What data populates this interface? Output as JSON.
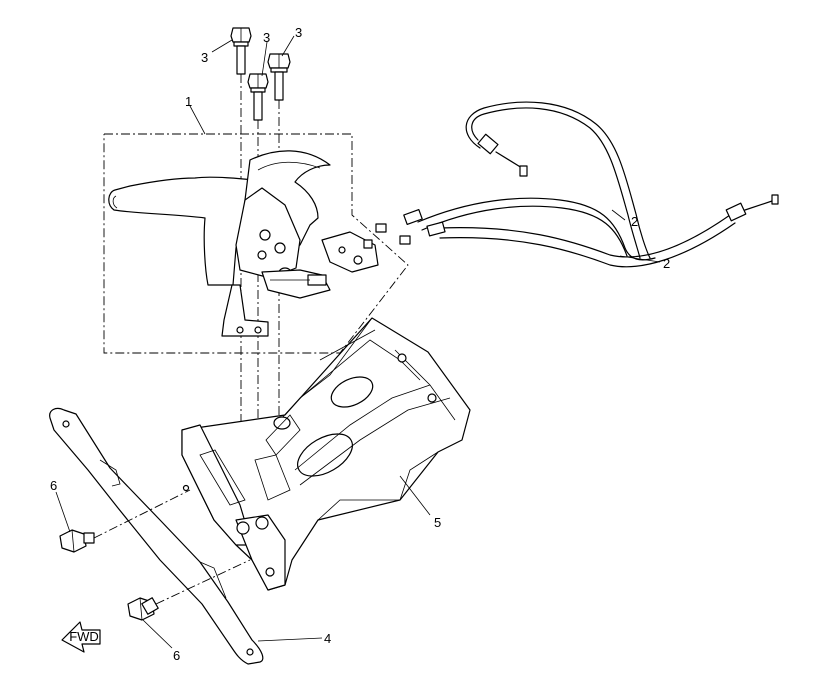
{
  "callouts": {
    "c1": "1",
    "c2a": "2",
    "c2b": "2",
    "c3a": "3",
    "c3b": "3",
    "c3c": "3",
    "c4": "4",
    "c5": "5",
    "c6a": "6",
    "c6b": "6"
  },
  "fwd_mark": "FWD",
  "colors": {
    "line": "#000000",
    "background": "#ffffff"
  }
}
